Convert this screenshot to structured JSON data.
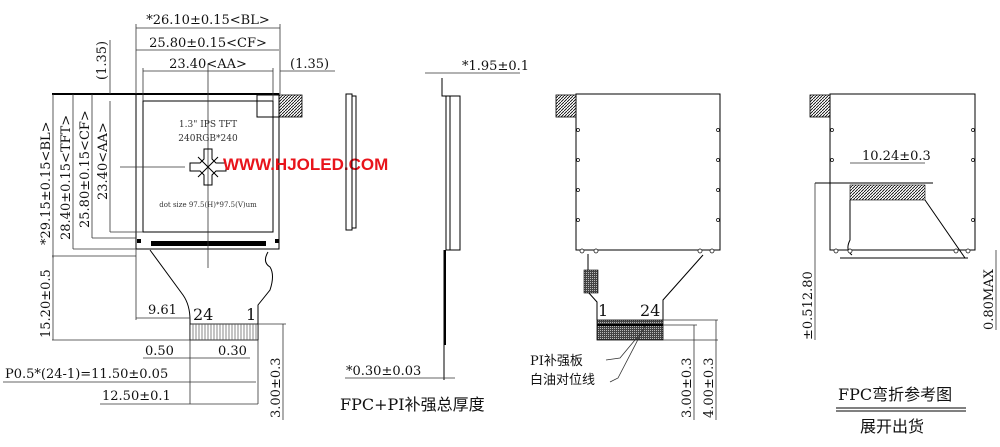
{
  "title": "1.3\" IPS TFT module outline drawing",
  "front_view": {
    "dim_bl_width": "*26.10±0.15<BL>",
    "dim_cf_width": "25.80±0.15<CF>",
    "dim_aa_width": "23.40<AA>",
    "dim_left_offset": "(1.35)",
    "dim_right_offset": "(1.35)",
    "dim_bl_height": "*29.15±0.15<BL>",
    "dim_tft_height": "28.40±0.15<TFT>",
    "dim_cf_height": "25.80±0.15<CF>",
    "dim_aa_height": "23.40<AA>",
    "panel_label": "1.3\" IPS TFT",
    "resolution": "240RGB*240",
    "dot_size": "dot size 97.5(H)*97.5(V)um",
    "watermark": "WWW.HJOLED.COM",
    "watermark_color": "#e8141b",
    "dim_fpc_length": "15.20±0.5",
    "dim_fpc_offset": "9.61",
    "pin_24": "24",
    "pin_1": "1",
    "dim_pitch_gap": "0.50",
    "dim_pin_width": "0.30",
    "dim_pitch_total": "P0.5*(24-1)=11.50±0.05",
    "dim_connector_width": "12.50±0.1",
    "dim_connector_height": "3.00±0.3"
  },
  "side_view": {
    "dim_thickness": "*1.95±0.1",
    "dim_fpc_thickness": "*0.30±0.03",
    "caption": "FPC+PI补强总厚度"
  },
  "back_view": {
    "pin_1": "1",
    "pin_24": "24",
    "label_stiffener": "PI补强板",
    "label_alignment": "白油对位线",
    "dim_3": "3.00±0.3",
    "dim_4": "4.00±0.3"
  },
  "bend_view": {
    "dim_width": "10.24±0.3",
    "dim_height": "±0.512.80",
    "dim_max": "0.80MAX",
    "caption": "FPC弯折参考图",
    "subcaption": "展开出货"
  }
}
